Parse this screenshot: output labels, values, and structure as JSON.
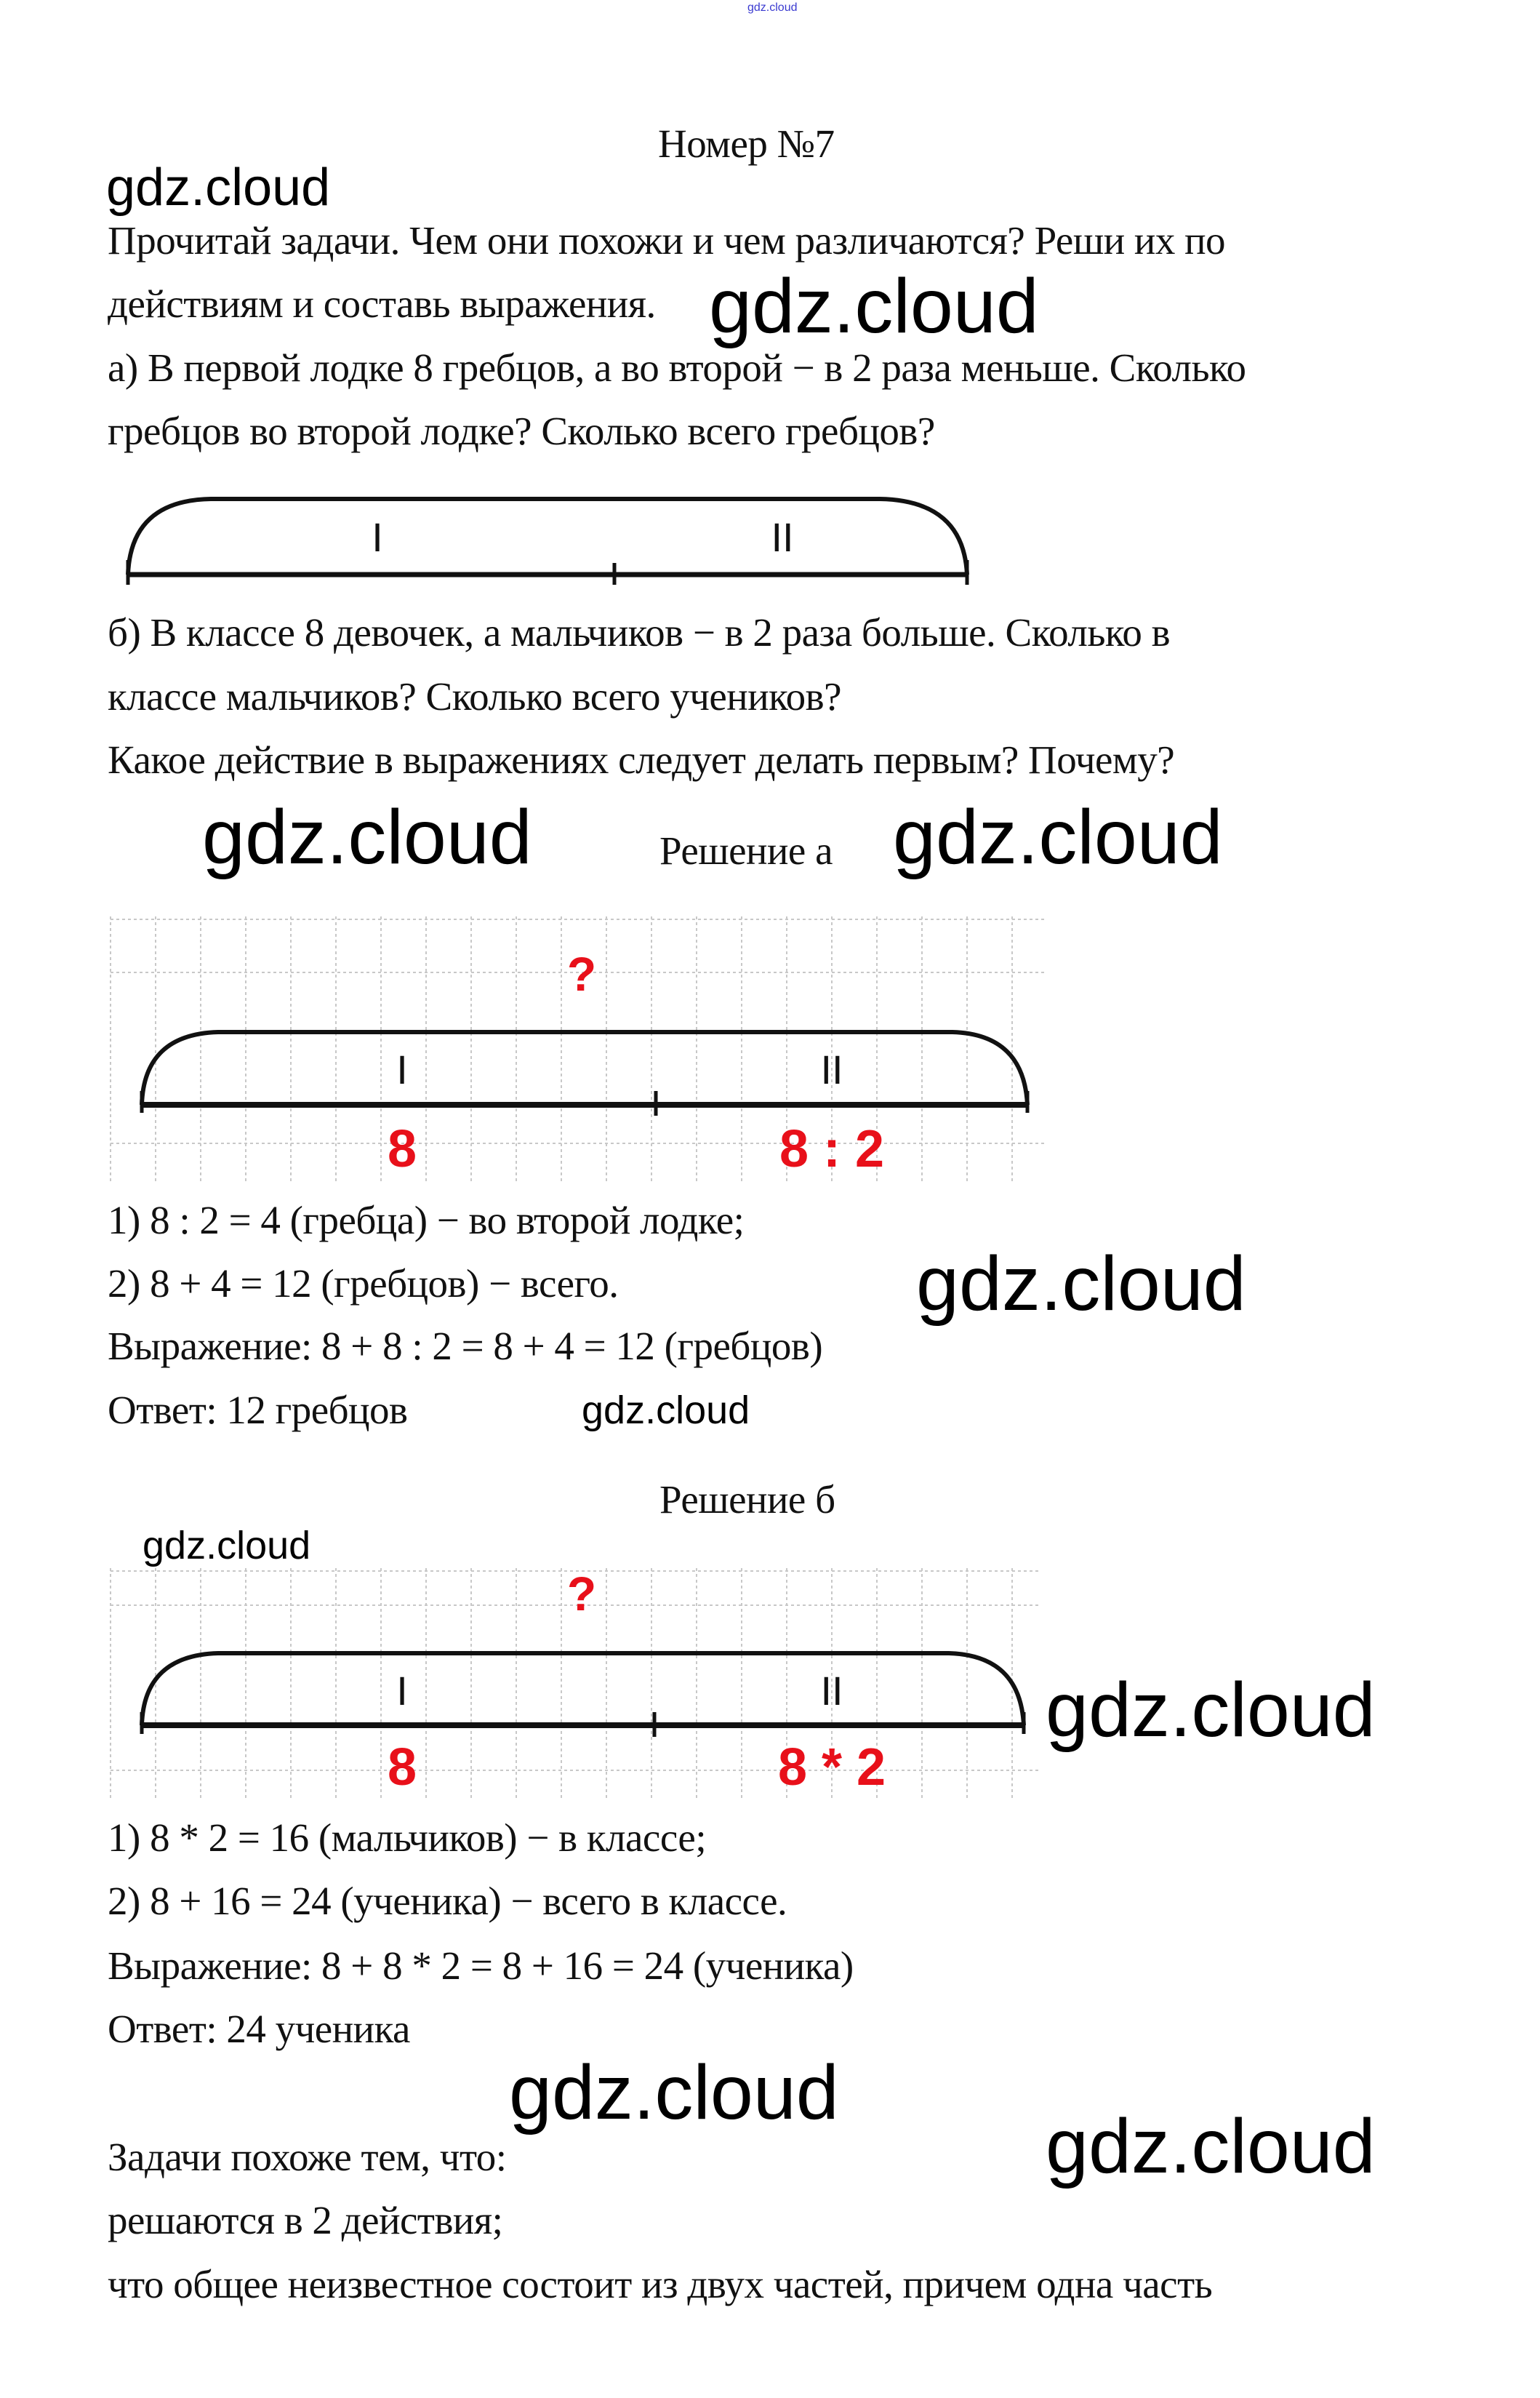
{
  "watermark": "gdz.cloud",
  "title": "Номер №7",
  "task": {
    "lines": [
      "Прочитай задачи. Чем они похожи и чем различаются? Реши их по",
      "действиям и составь выражения.",
      "а) В первой лодке 8 гребцов, а во второй − в 2 раза меньше. Сколько",
      "гребцов во второй лодке? Сколько всего гребцов?",
      "б) В классе 8 девочек, а мальчиков − в 2 раза больше. Сколько в",
      "классе мальчиков? Сколько всего учеников?",
      "Какое действие в выражениях следует делать первым? Почему?"
    ],
    "diagram": {
      "part1": "I",
      "part2": "II"
    }
  },
  "solution_a": {
    "heading": "Решение а",
    "diagram": {
      "question": "?",
      "part1": "I",
      "part2": "II",
      "value1": "8",
      "value2": "8 : 2"
    },
    "lines": [
      "1) 8 : 2 = 4 (гребца) − во второй лодке;",
      "2) 8 + 4 = 12 (гребцов) − всего.",
      "Выражение: 8 + 8 : 2 = 8 + 4 = 12 (гребцов)",
      "Ответ: 12 гребцов"
    ]
  },
  "solution_b": {
    "heading": "Решение б",
    "diagram": {
      "question": "?",
      "part1": "I",
      "part2": "II",
      "value1": "8",
      "value2": "8 * 2"
    },
    "lines": [
      "1) 8 * 2 = 16 (мальчиков) − в классе;",
      "2) 8 + 16 = 24 (ученика) − всего в классе.",
      "Выражение: 8 + 8 * 2 = 8 + 16 = 24 (ученика)",
      "Ответ: 24 ученика"
    ]
  },
  "conclusion": {
    "lines": [
      "Задачи похоже тем, что:",
      "решаются в 2 действия;",
      "что общее неизвестное состоит из двух частей, причем одна часть"
    ]
  },
  "colors": {
    "accent_red": "#e8101a",
    "grid": "#c8c8c8"
  }
}
